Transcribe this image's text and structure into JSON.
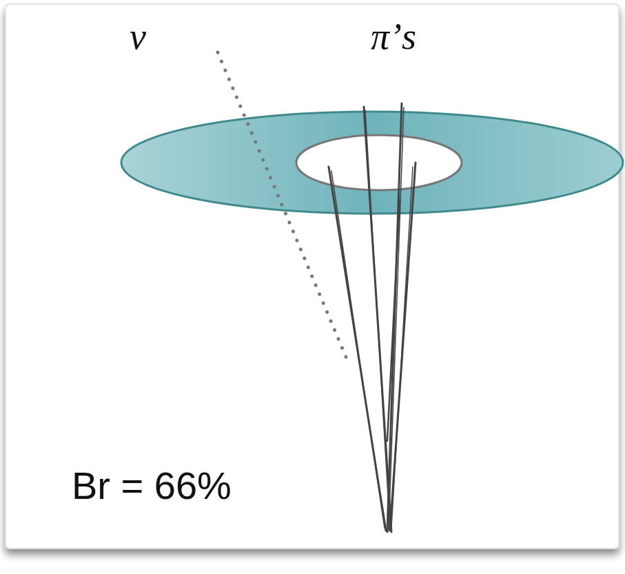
{
  "diagram": {
    "labels": [
      "ν",
      "π’s",
      "Br = 66%"
    ]
  }
}
